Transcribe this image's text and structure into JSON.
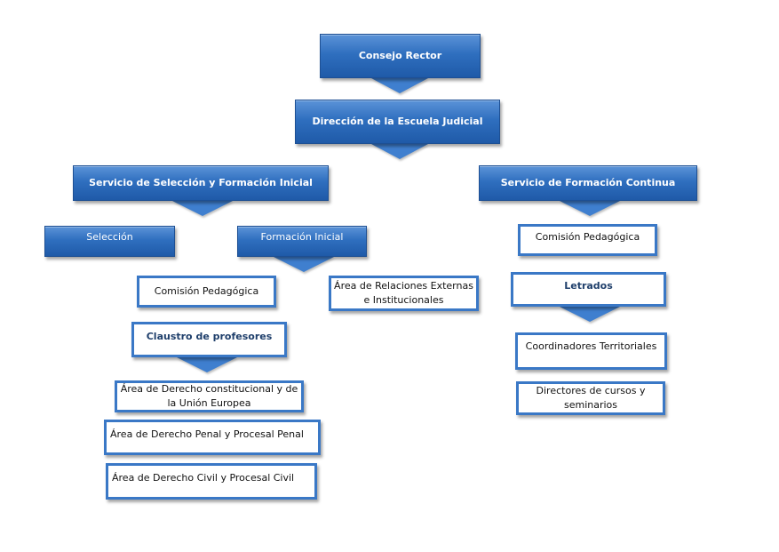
{
  "chart": {
    "consejo_rector": "Consejo Rector",
    "direccion": "Dirección de la Escuela Judicial",
    "servicio_seleccion": "Servicio de Selección y Formación Inicial",
    "servicio_continua": "Servicio de Formación Continua",
    "seleccion": "Selección",
    "formacion_inicial": "Formación Inicial",
    "comision_pedagogica_inicial": "Comisión Pedagógica",
    "area_relaciones": "Área de Relaciones Externas e Institucionales",
    "claustro": "Claustro de profesores",
    "area_constitucional": "Área de Derecho constitucional y de la Unión Europea",
    "area_penal": "Área de Derecho Penal y Procesal Penal",
    "area_civil": "Área de Derecho Civil y Procesal Civil",
    "comision_pedagogica_continua": "Comisión Pedagógica",
    "letrados": "Letrados",
    "coordinadores": "Coordinadores Territoriales",
    "directores": "Directores de cursos y seminarios"
  },
  "colors": {
    "box_blue": "#2f6fbf",
    "box_border": "#3a78c6",
    "arrow": "#3f7fcf"
  }
}
